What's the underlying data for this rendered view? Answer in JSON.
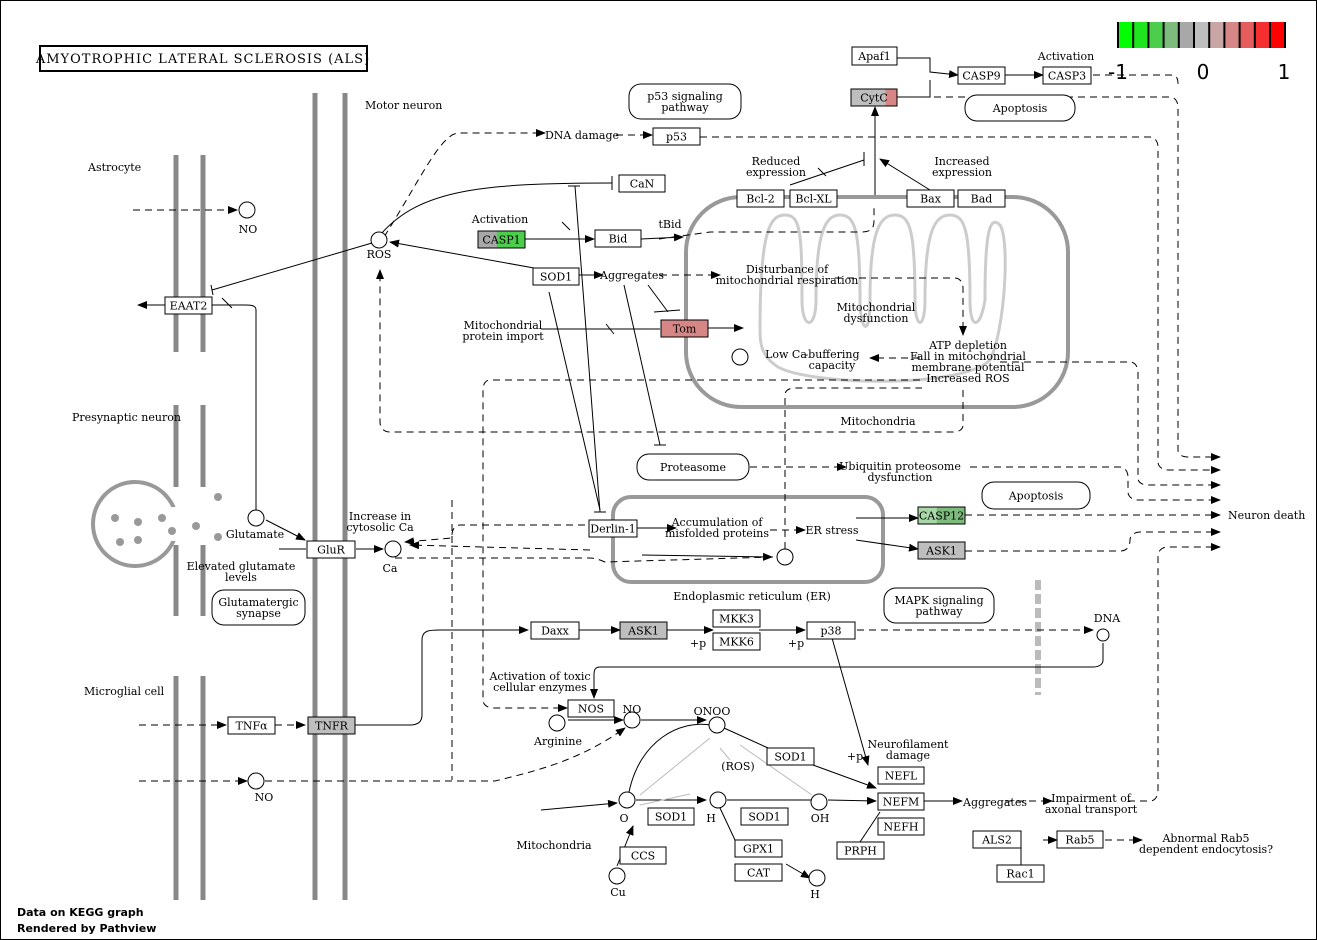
{
  "title": "AMYOTROPHIC LATERAL SCLEROSIS (ALS)",
  "footer": [
    "Data on KEGG graph",
    "Rendered by Pathview"
  ],
  "legend": {
    "ticks": [
      "-1",
      "0",
      "1"
    ],
    "colors": [
      "#00ff00",
      "#1fe51f",
      "#4ccd4c",
      "#7dbc7d",
      "#a8a8a8",
      "#bebebe",
      "#c9a6a6",
      "#d78686",
      "#e65c5c",
      "#f52f2f",
      "#ff0000"
    ]
  },
  "regions": {
    "astrocyte": "Astrocyte",
    "motor_neuron": "Motor neuron",
    "presynaptic": "Presynaptic neuron",
    "microglial": "Microglial cell",
    "mitochondria": "Mitochondria",
    "er": "Endoplasmic reticulum (ER)"
  },
  "genes": {
    "apaf1": "Apaf1",
    "cytc": "CytC",
    "casp9": "CASP9",
    "casp3": "CASP3",
    "p53": "p53",
    "can": "CaN",
    "bcl2": "Bcl-2",
    "bclxl": "Bcl-XL",
    "bax": "Bax",
    "bad": "Bad",
    "casp1": "CASP1",
    "bid": "Bid",
    "sod1_a": "SOD1",
    "eaat2": "EAAT2",
    "tom": "Tom",
    "derlin": "Derlin-1",
    "casp12": "CASP12",
    "ask1_a": "ASK1",
    "glur": "GluR",
    "daxx": "Daxx",
    "ask1_b": "ASK1",
    "mkk3": "MKK3",
    "mkk6": "MKK6",
    "p38": "p38",
    "tnfa": "TNFα",
    "tnfr": "TNFR",
    "nos": "NOS",
    "sod1_b": "SOD1",
    "nefl": "NEFL",
    "nefm": "NEFM",
    "nefh": "NEFH",
    "prph": "PRPH",
    "sod1_c": "SOD1",
    "sod1_d": "SOD1",
    "ccs": "CCS",
    "gpx1": "GPX1",
    "cat": "CAT",
    "als2": "ALS2",
    "rab5": "Rab5",
    "rac1": "Rac1"
  },
  "pathways": {
    "p53": "p53 signaling\npathway",
    "apoptosis_top": "Apoptosis",
    "apoptosis_mid": "Apoptosis",
    "proteasome": "Proteasome",
    "glutamatergic": "Glutamatergic\nsynapse",
    "mapk": "MAPK signaling\npathway"
  },
  "labels": {
    "activation_casp3": "Activation",
    "dna_damage": "DNA damage",
    "reduced_expression": "Reduced\nexpression",
    "increased_expression": "Increased\nexpression",
    "activation_casp1": "Activation",
    "tbid": "tBid",
    "aggregates_sod": "Aggregates",
    "disturbance": "Disturbance of\nmitochondrial respiration",
    "mito_dysfunction": "Mitochondrial\ndysfunction",
    "mito_import": "Mitochondrial\nprotein import",
    "atp": "ATP depletion\nFall in mitochondrial\nmembrane potential\nIncreased ROS",
    "low_ca": "Low Ca",
    "buffering": "-buffering\ncapacity",
    "ubiquitin": "Ubiquitin proteosome\ndysfunction",
    "neuron_death": "Neuron death",
    "misfolded": "Accumulation of\nmisfolded proteins",
    "er_stress": "ER stress",
    "increase_ca": "Increase in\ncytosolic Ca",
    "elevated_glutamate": "Elevated glutamate\nlevels",
    "glutamate": "Glutamate",
    "ros": "ROS",
    "no_top": "NO",
    "no_bottom": "NO",
    "no_mid": "NO",
    "ca": "Ca",
    "dna": "DNA",
    "toxic_enzymes": "Activation of toxic\ncellular enzymes",
    "arginine": "Arginine",
    "onoo": "ONOO",
    "ros_paren": "(ROS)",
    "neurofilament": "Neurofilament\ndamage",
    "aggregates_nf": "Aggregates",
    "impairment": "Impairment of\naxonal transport",
    "abnormal_rab5": "Abnormal Rab5\ndependent endocytosis?",
    "mitochondria_src": "Mitochondria",
    "o2": "O",
    "h2o2": "H",
    "oh": "OH",
    "cu": "Cu",
    "h2o": "H",
    "plus_p1": "+p",
    "plus_p2": "+p",
    "plus_p3": "+p"
  }
}
